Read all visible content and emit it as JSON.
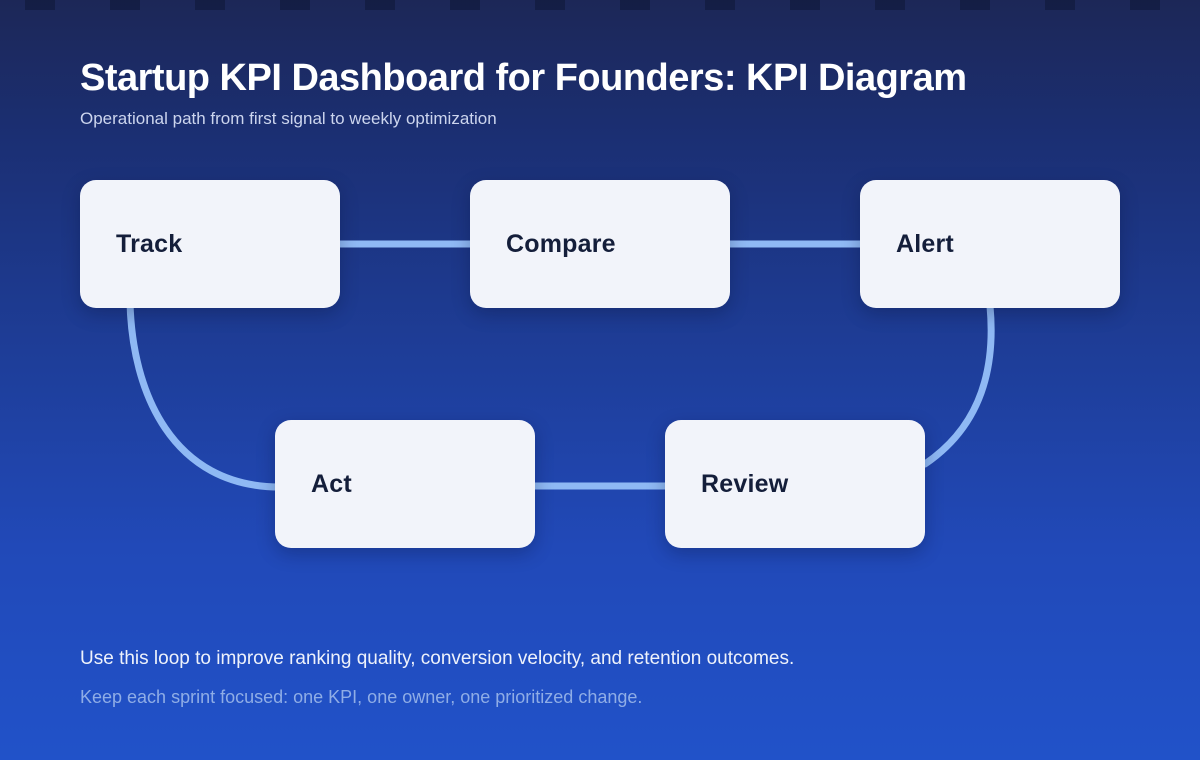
{
  "page": {
    "title": "Startup KPI Dashboard for Founders: KPI Diagram",
    "subtitle": "Operational path from first signal to weekly optimization"
  },
  "diagram": {
    "nodes": [
      {
        "id": "track",
        "label": "Track"
      },
      {
        "id": "compare",
        "label": "Compare"
      },
      {
        "id": "alert",
        "label": "Alert"
      },
      {
        "id": "act",
        "label": "Act"
      },
      {
        "id": "review",
        "label": "Review"
      }
    ],
    "connections": [
      {
        "from": "track",
        "to": "compare",
        "style": "straight"
      },
      {
        "from": "compare",
        "to": "alert",
        "style": "straight"
      },
      {
        "from": "alert",
        "to": "review",
        "style": "curve"
      },
      {
        "from": "act",
        "to": "review",
        "style": "straight"
      },
      {
        "from": "track",
        "to": "act",
        "style": "curve"
      }
    ]
  },
  "footer": {
    "line1": "Use this loop to improve ranking quality, conversion velocity, and retention outcomes.",
    "line2": "Keep each sprint focused: one KPI, one owner, one prioritized change."
  },
  "colors": {
    "background_top": "#1c2757",
    "background_mid": "#1e3e9a",
    "background_bottom": "#2152c9",
    "node_fill": "#f2f4fa",
    "node_text": "#141e3a",
    "connector": "#8fb9f4",
    "title": "#ffffff",
    "subtitle": "#ccd5ee",
    "footer_primary": "#eef2fb",
    "footer_secondary": "#8fade6"
  }
}
